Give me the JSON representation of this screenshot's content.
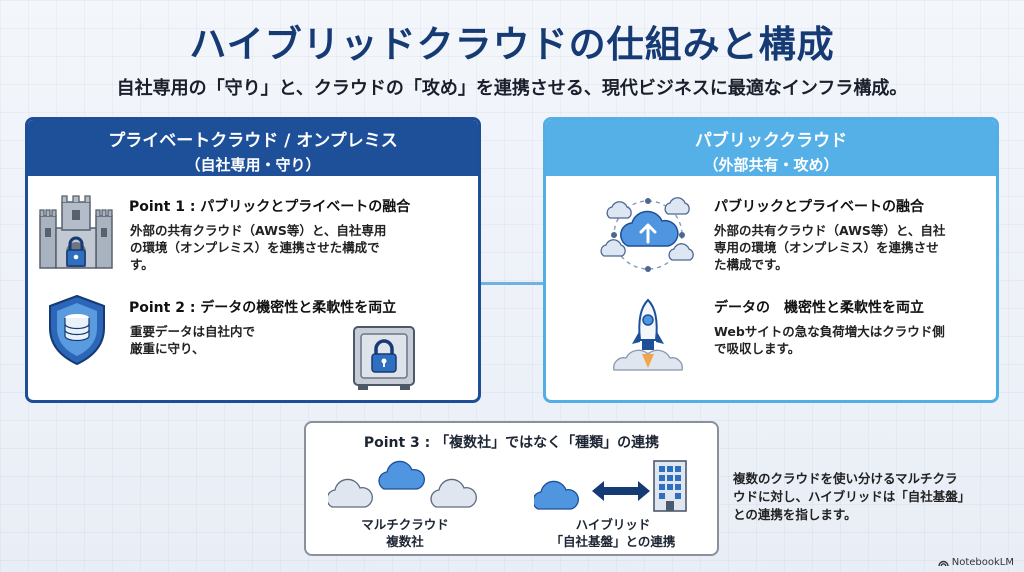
{
  "title": "ハイブリッドクラウドの仕組みと構成",
  "subtitle": "自社専用の「守り」と、クラウドの「攻め」を連携させる、現代ビジネスに最適なインフラ構成。",
  "left_panel": {
    "heading": "プライベートクラウド / オンプレミス",
    "subheading": "（自社専用・守り）",
    "point1": {
      "title": "Point 1 : パブリックとプライベートの融合",
      "body_lines": [
        "外部の共有クラウド（AWS等）と、自社専用",
        "の環境（オンプレミス）を連携させた構成で",
        "す。"
      ]
    },
    "point2": {
      "title": "Point 2 : データの機密性と柔軟性を両立",
      "body_lines": [
        "重要データは自社内で",
        "厳重に守り、"
      ]
    },
    "icons": [
      "castle-lock-icon",
      "shield-database-icon",
      "safe-lock-icon"
    ]
  },
  "right_panel": {
    "heading": "パブリッククラウド",
    "subheading": "（外部共有・攻め）",
    "point1": {
      "title": "パブリックとプライベートの融合",
      "body_lines": [
        "外部の共有クラウド（AWS等）と、自社",
        "専用の環境（オンプレミス）を連携させ",
        "た構成です。"
      ]
    },
    "point2": {
      "title": "データの　機密性と柔軟性を両立",
      "body_lines": [
        "Webサイトの急な負荷増大はクラウド側",
        "で吸収します。"
      ]
    },
    "icons": [
      "cloud-network-icon",
      "rocket-icon"
    ]
  },
  "point3": {
    "title": "Point 3 : 「複数社」ではなく「種類」の連携",
    "multi_caption": [
      "マルチクラウド",
      "複数社"
    ],
    "hybrid_caption": [
      "ハイブリッド",
      "「自社基盤」との連携"
    ],
    "icons": [
      "three-clouds-icon",
      "cloud-icon",
      "double-arrow-icon",
      "building-icon"
    ]
  },
  "side_note_lines": [
    "複数のクラウドを使い分けるマルチクラ",
    "ウドに対し、ハイブリッドは「自社基盤」",
    "との連携を指します。"
  ],
  "brand": "NotebookLM",
  "colors": {
    "title": "#163a74",
    "private": "#1e4f99",
    "public": "#55b0e8",
    "connector": "#6fb2e2"
  }
}
